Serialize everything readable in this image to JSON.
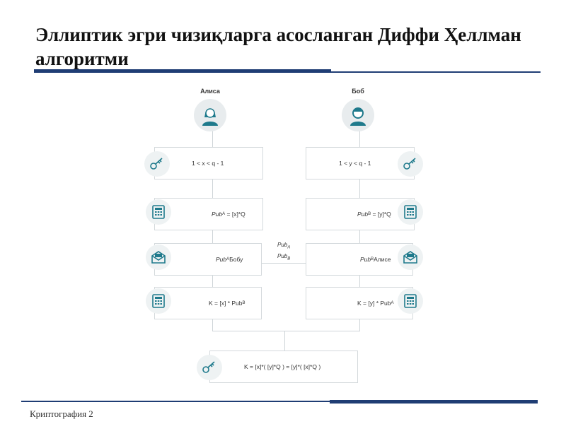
{
  "title": "Эллиптик эгри чизиқларга асосланган Диффи Ҳеллман алгоритми",
  "footer": "Криптография 2",
  "alice": {
    "name": "Алиса",
    "private_key": "1 < x < q - 1",
    "public_key": "Pub",
    "public_key_sub": "A",
    "public_key_formula": "= [x]*Q",
    "send": "Pub",
    "send_sub": "A",
    "send_to": " Бобу",
    "shared": "K = [x] * Pub",
    "shared_sub": "B"
  },
  "bob": {
    "name": "Боб",
    "private_key": "1 < y < q - 1",
    "public_key": "Pub",
    "public_key_sub": "B",
    "public_key_formula": "= [y]*Q",
    "send": "Pub",
    "send_sub": "B",
    "send_to": " Алисе",
    "shared": "K = [y] * Pub",
    "shared_sub": "A"
  },
  "exchange": {
    "top": "Pub",
    "top_sub": "A",
    "bottom": "Pub",
    "bottom_sub": "B"
  },
  "result": "K = [x]*( [y]*Q ) = [y]*( [x]*Q )",
  "icons": {
    "key": "key-icon",
    "calculator": "calculator-icon",
    "envelope": "envelope-icon",
    "person": "person-icon"
  },
  "colors": {
    "accent": "#1f7a8c",
    "rule": "#1f3d74"
  }
}
